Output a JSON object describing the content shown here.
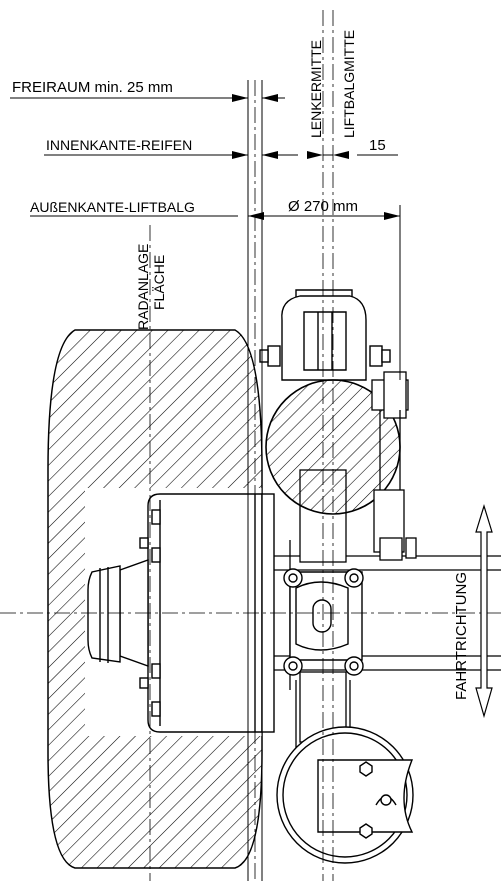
{
  "labels": {
    "freiraum": "FREIRAUM min. 25 mm",
    "innenkante_reifen": "INNENKANTE-REIFEN",
    "aussenkante_liftbalg": "AUßENKANTE-LIFTBALG",
    "lenkermitte": "LENKERMITTE",
    "liftbalgmitte": "LIFTBALGMITTE",
    "offset": "15",
    "diameter": "Ø 270 mm",
    "radanlage": "RADANLAGE",
    "flaeche": "FLÄCHE",
    "fahrtrichtung": "FAHRTRICHTUNG"
  },
  "colors": {
    "line": "#000000",
    "background": "#ffffff"
  }
}
